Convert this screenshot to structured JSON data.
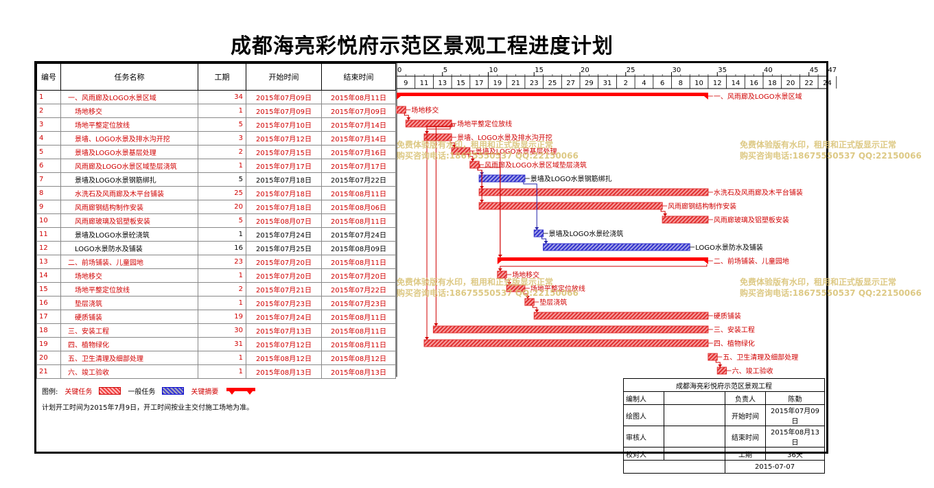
{
  "title": "成都海亮彩悦府示范区景观工程进度计划",
  "table": {
    "headers": [
      "编号",
      "任务名称",
      "工期",
      "开始时间",
      "结束时间"
    ],
    "rows": [
      [
        "1",
        "一、风雨廊及LOGO水景区域",
        "34",
        "2015年07月09日",
        "2015年08月11日"
      ],
      [
        "2",
        "场地移交",
        "1",
        "2015年07月09日",
        "2015年07月09日"
      ],
      [
        "3",
        "场地平整定位放线",
        "5",
        "2015年07月10日",
        "2015年07月14日"
      ],
      [
        "4",
        "景墙、LOGO水景及排水沟开挖",
        "3",
        "2015年07月12日",
        "2015年07月14日"
      ],
      [
        "5",
        "景墙及LOGO水景基层处理",
        "2",
        "2015年07月15日",
        "2015年07月16日"
      ],
      [
        "6",
        "风雨廊及LOGO水景区域垫层浇筑",
        "1",
        "2015年07月17日",
        "2015年07月17日"
      ],
      [
        "7",
        "景墙及LOGO水景钢筋绑扎",
        "5",
        "2015年07月18日",
        "2015年07月22日"
      ],
      [
        "8",
        "水洗石及风雨廊及木平台铺装",
        "25",
        "2015年07月18日",
        "2015年08月11日"
      ],
      [
        "9",
        "风雨廊钢结构制作安装",
        "20",
        "2015年07月18日",
        "2015年08月06日"
      ],
      [
        "10",
        "风雨廊玻璃及铝塑板安装",
        "5",
        "2015年08月07日",
        "2015年08月11日"
      ],
      [
        "11",
        "景墙及LOGO水景砼浇筑",
        "1",
        "2015年07月24日",
        "2015年07月24日"
      ],
      [
        "12",
        "LOGO水景防水及铺装",
        "16",
        "2015年07月25日",
        "2015年08月09日"
      ],
      [
        "13",
        "二、前场铺装、儿童园地",
        "23",
        "2015年07月20日",
        "2015年08月11日"
      ],
      [
        "14",
        "场地移交",
        "1",
        "2015年07月20日",
        "2015年07月20日"
      ],
      [
        "15",
        "场地平整定位放线",
        "2",
        "2015年07月21日",
        "2015年07月22日"
      ],
      [
        "16",
        "垫层浇筑",
        "1",
        "2015年07月23日",
        "2015年07月23日"
      ],
      [
        "17",
        "硬质铺装",
        "19",
        "2015年07月24日",
        "2015年08月11日"
      ],
      [
        "18",
        "三、安装工程",
        "30",
        "2015年07月13日",
        "2015年08月11日"
      ],
      [
        "19",
        "四、植物绿化",
        "31",
        "2015年07月12日",
        "2015年08月11日"
      ],
      [
        "20",
        "五、卫生清理及细部处理",
        "1",
        "2015年08月12日",
        "2015年08月12日"
      ],
      [
        "21",
        "六、竣工验收",
        "1",
        "2015年08月13日",
        "2015年08月13日"
      ]
    ]
  },
  "chart_data": {
    "type": "gantt",
    "day_axis_labels": [
      "0",
      "5",
      "10",
      "15",
      "20",
      "25",
      "30",
      "35",
      "40",
      "45",
      "47"
    ],
    "date_axis_labels": [
      "9",
      "11",
      "13",
      "15",
      "17",
      "19",
      "21",
      "23",
      "25",
      "27",
      "29",
      "31",
      "2",
      "4",
      "6",
      "8",
      "10",
      "12",
      "14",
      "16",
      "18",
      "20",
      "22",
      "24"
    ],
    "tasks": [
      {
        "id": 1,
        "name": "一、风雨廊及LOGO水景区域",
        "start": "2015-07-09",
        "end": "2015-08-11",
        "kind": "summary"
      },
      {
        "id": 2,
        "name": "场地移交",
        "start": "2015-07-09",
        "end": "2015-07-09",
        "kind": "critical"
      },
      {
        "id": 3,
        "name": "场地平整定位放线",
        "start": "2015-07-10",
        "end": "2015-07-14",
        "kind": "critical"
      },
      {
        "id": 4,
        "name": "景墙、LOGO水景及排水沟开挖",
        "start": "2015-07-12",
        "end": "2015-07-14",
        "kind": "critical"
      },
      {
        "id": 5,
        "name": "景墙及LOGO水景基层处理",
        "start": "2015-07-15",
        "end": "2015-07-16",
        "kind": "critical"
      },
      {
        "id": 6,
        "name": "风雨廊及LOGO水景区域垫层浇筑",
        "start": "2015-07-17",
        "end": "2015-07-17",
        "kind": "critical"
      },
      {
        "id": 7,
        "name": "景墙及LOGO水景钢筋绑扎",
        "start": "2015-07-18",
        "end": "2015-07-22",
        "kind": "normal"
      },
      {
        "id": 8,
        "name": "水洗石及风雨廊及木平台铺装",
        "start": "2015-07-18",
        "end": "2015-08-11",
        "kind": "critical"
      },
      {
        "id": 9,
        "name": "风雨廊钢结构制作安装",
        "start": "2015-07-18",
        "end": "2015-08-06",
        "kind": "critical"
      },
      {
        "id": 10,
        "name": "风雨廊玻璃及铝塑板安装",
        "start": "2015-08-07",
        "end": "2015-08-11",
        "kind": "critical"
      },
      {
        "id": 11,
        "name": "景墙及LOGO水景砼浇筑",
        "start": "2015-07-24",
        "end": "2015-07-24",
        "kind": "normal"
      },
      {
        "id": 12,
        "name": "LOGO水景防水及铺装",
        "start": "2015-07-25",
        "end": "2015-08-09",
        "kind": "normal"
      },
      {
        "id": 13,
        "name": "二、前场铺装、儿童园地",
        "start": "2015-07-20",
        "end": "2015-08-11",
        "kind": "summary"
      },
      {
        "id": 14,
        "name": "场地移交",
        "start": "2015-07-20",
        "end": "2015-07-20",
        "kind": "critical"
      },
      {
        "id": 15,
        "name": "场地平整定位放线",
        "start": "2015-07-21",
        "end": "2015-07-22",
        "kind": "critical"
      },
      {
        "id": 16,
        "name": "垫层浇筑",
        "start": "2015-07-23",
        "end": "2015-07-23",
        "kind": "critical"
      },
      {
        "id": 17,
        "name": "硬质铺装",
        "start": "2015-07-24",
        "end": "2015-08-11",
        "kind": "critical"
      },
      {
        "id": 18,
        "name": "三、安装工程",
        "start": "2015-07-13",
        "end": "2015-08-11",
        "kind": "critical"
      },
      {
        "id": 19,
        "name": "四、植物绿化",
        "start": "2015-07-12",
        "end": "2015-08-11",
        "kind": "critical"
      },
      {
        "id": 20,
        "name": "五、卫生清理及细部处理",
        "start": "2015-08-12",
        "end": "2015-08-12",
        "kind": "critical"
      },
      {
        "id": 21,
        "name": "六、竣工验收",
        "start": "2015-08-13",
        "end": "2015-08-13",
        "kind": "critical"
      }
    ],
    "colors": {
      "critical": "#e03030",
      "normal": "#3333cc",
      "summary": "#ff0000"
    }
  },
  "legend": {
    "label": "图例:",
    "critical": "关键任务",
    "normal": "一般任务",
    "summary": "关键摘要",
    "note": "计划开工时间为2015年7月9日，开工时间按业主交付施工场地为准。"
  },
  "info": {
    "project": "成都海亮彩悦府示范区景观工程",
    "rows": [
      [
        "编制人",
        "",
        "负责人",
        "陈勤"
      ],
      [
        "绘图人",
        "",
        "开始时间",
        "2015年07月09日"
      ],
      [
        "审核人",
        "",
        "结束时间",
        "2015年08月13日"
      ],
      [
        "校对人",
        "",
        "工期",
        "36天"
      ]
    ],
    "date": "2015-07-07"
  },
  "watermark": {
    "line1": "免费体验版有水印，租用和正式版显示正常",
    "line2": "购买咨询电话:18675550537 QQ:22150066"
  }
}
